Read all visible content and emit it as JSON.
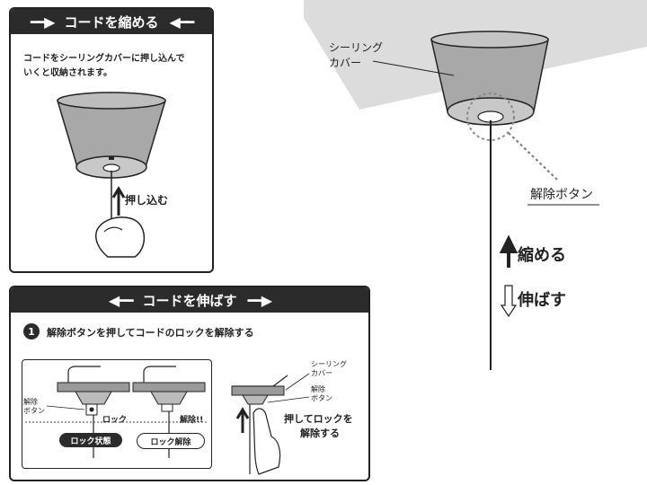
{
  "shorten_panel": {
    "title": "コードを縮める",
    "instruction_line1": "コードをシーリングカバーに押し込んで",
    "instruction_line2": "いくと収納されます。",
    "push_label": "押し込む"
  },
  "main_figure": {
    "cover_label_line1": "シーリング",
    "cover_label_line2": "カバー",
    "release_button_label": "解除ボタン",
    "shorten_label": "縮める",
    "extend_label": "伸ばす"
  },
  "extend_panel": {
    "title": "コードを伸ばす",
    "step_number": "1",
    "step_text": "解除ボタンを押してコードのロックを解除する",
    "release_button_line1": "解除",
    "release_button_line2": "ボタン",
    "lock_label": "ロック",
    "unlocked_label": "解除!!",
    "locked_state": "ロック状態",
    "unlocked_state": "ロック解除",
    "cover_label_line1": "シーリング",
    "cover_label_line2": "カバー",
    "release_label_line1": "解除",
    "release_label_line2": "ボタン",
    "push_text_line1": "押してロックを",
    "push_text_line2": "解除する"
  },
  "colors": {
    "dark": "#2b2b2b",
    "shade_gray": "#a8a8a8",
    "ceiling_gray": "#dcdcdc"
  }
}
